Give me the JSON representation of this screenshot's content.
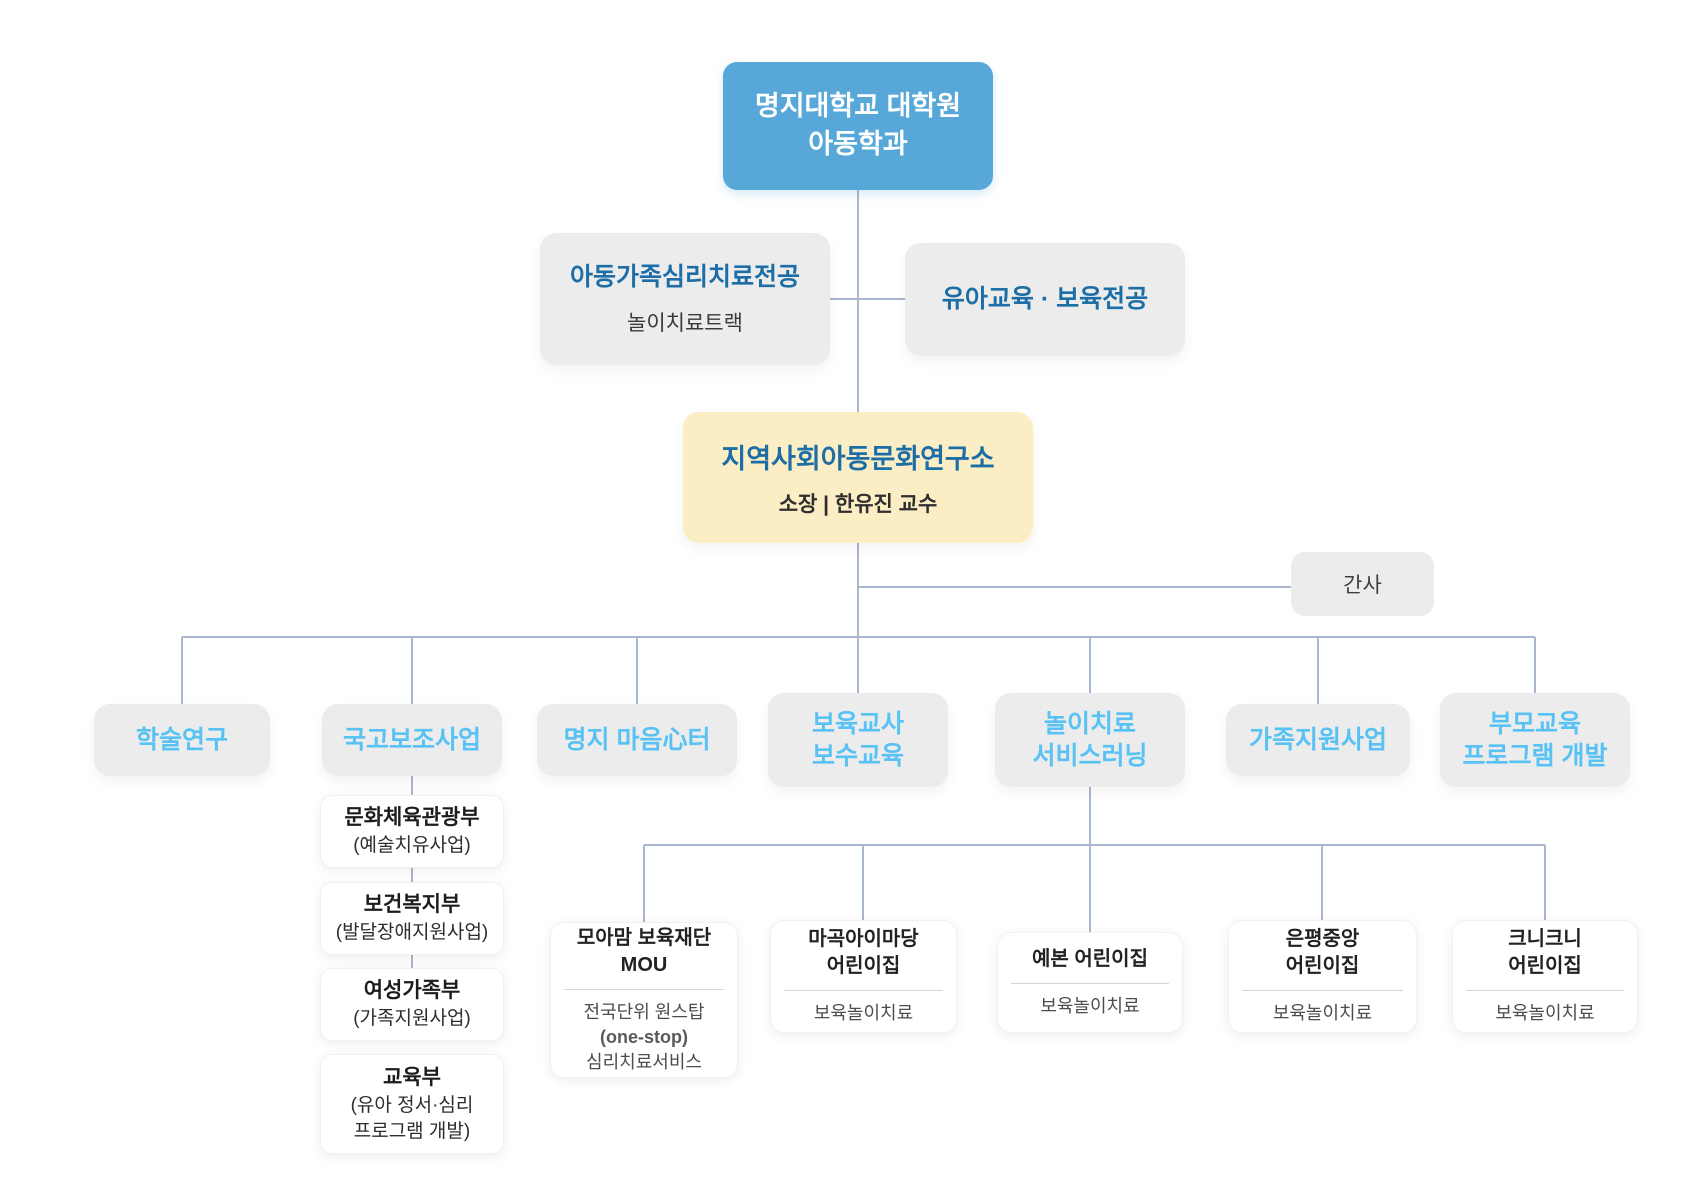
{
  "palette": {
    "root_blue": "#57a8d8",
    "box_gray": "#ececec",
    "box_yellow": "#fbeec4",
    "title_blue": "#1d6ea6",
    "program_blue": "#58c2f4",
    "connector": "#a9b6cf"
  },
  "root": {
    "label": "명지대학교 대학원\n아동학과"
  },
  "majors": [
    {
      "title": "아동가족심리치료전공",
      "subtitle": "놀이치료트랙"
    },
    {
      "title": "유아교육 · 보육전공"
    }
  ],
  "institute": {
    "title": "지역사회아동문화연구소",
    "subtitle": "소장 | 한유진 교수"
  },
  "secretary": {
    "label": "간사"
  },
  "programs": [
    {
      "label": "학술연구"
    },
    {
      "label": "국고보조사업"
    },
    {
      "label": "명지 마음心터"
    },
    {
      "label": "보육교사\n보수교육"
    },
    {
      "label": "놀이치료\n서비스러닝"
    },
    {
      "label": "가족지원사업"
    },
    {
      "label": "부모교육\n프로그램 개발"
    }
  ],
  "gov_projects": [
    {
      "title": "문화체육관광부",
      "detail": "(예술치유사업)"
    },
    {
      "title": "보건복지부",
      "detail": "(발달장애지원사업)"
    },
    {
      "title": "여성가족부",
      "detail": "(가족지원사업)"
    },
    {
      "title": "교육부",
      "detail": "(유아 정서·심리\n프로그램 개발)"
    }
  ],
  "partners": [
    {
      "title": "모아맘 보육재단\nMOU",
      "detail1": "전국단위 원스탑",
      "detail2": "(one-stop)",
      "detail3": "심리치료서비스"
    },
    {
      "title": "마곡아이마당\n어린이집",
      "detail": "보육놀이치료"
    },
    {
      "title": "예본 어린이집",
      "detail": "보육놀이치료"
    },
    {
      "title": "은평중앙\n어린이집",
      "detail": "보육놀이치료"
    },
    {
      "title": "크니크니\n어린이집",
      "detail": "보육놀이치료"
    }
  ]
}
